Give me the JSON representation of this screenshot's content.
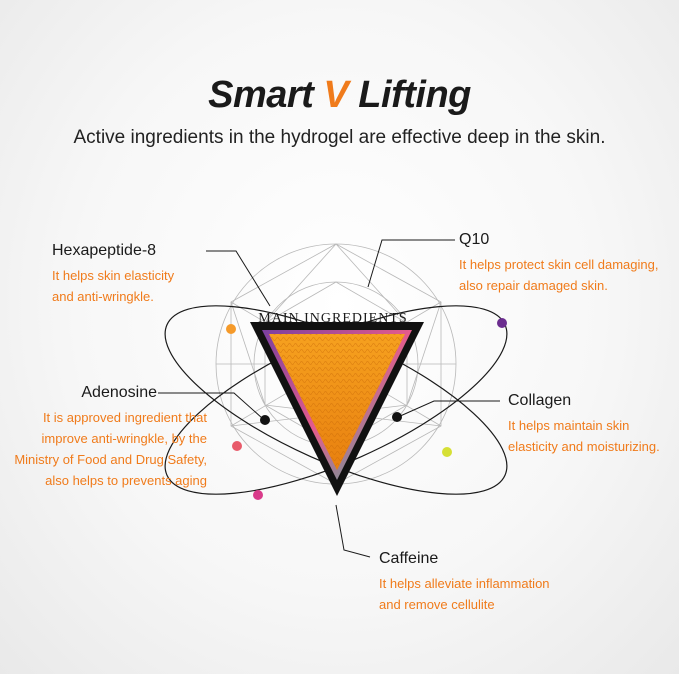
{
  "title": {
    "main": "Smart ",
    "accent": "V",
    "rest": " Lifting"
  },
  "subtitle": "Active ingredients in the hydrogel are effective deep in the skin.",
  "center_label": "MAIN INGREDIENTS",
  "colors": {
    "accent": "#f07b1b",
    "dot_orange": "#f59a2a",
    "dot_purple": "#6b2d8f",
    "dot_pink": "#e85a6a",
    "dot_magenta": "#d93b8a",
    "dot_yellow": "#d6e035",
    "dot_black": "#111111"
  },
  "ingredients": {
    "hexapeptide": {
      "name": "Hexapeptide-8",
      "desc": [
        "It helps skin elasticity",
        "and anti-wringkle."
      ]
    },
    "q10": {
      "name": "Q10",
      "desc": [
        "It helps protect skin cell damaging,",
        "also repair damaged skin."
      ]
    },
    "adenosine": {
      "name": "Adenosine",
      "desc": [
        "It is approved ingredient that",
        "improve anti-wringkle, by the",
        "Ministry of Food and Drug Safety,",
        "also helps to prevents aging"
      ]
    },
    "collagen": {
      "name": "Collagen",
      "desc": [
        "It helps maintain skin",
        "elasticity and moisturizing."
      ]
    },
    "caffeine": {
      "name": "Caffeine",
      "desc": [
        "It helps alleviate inflammation",
        "and remove cellulite"
      ]
    }
  }
}
